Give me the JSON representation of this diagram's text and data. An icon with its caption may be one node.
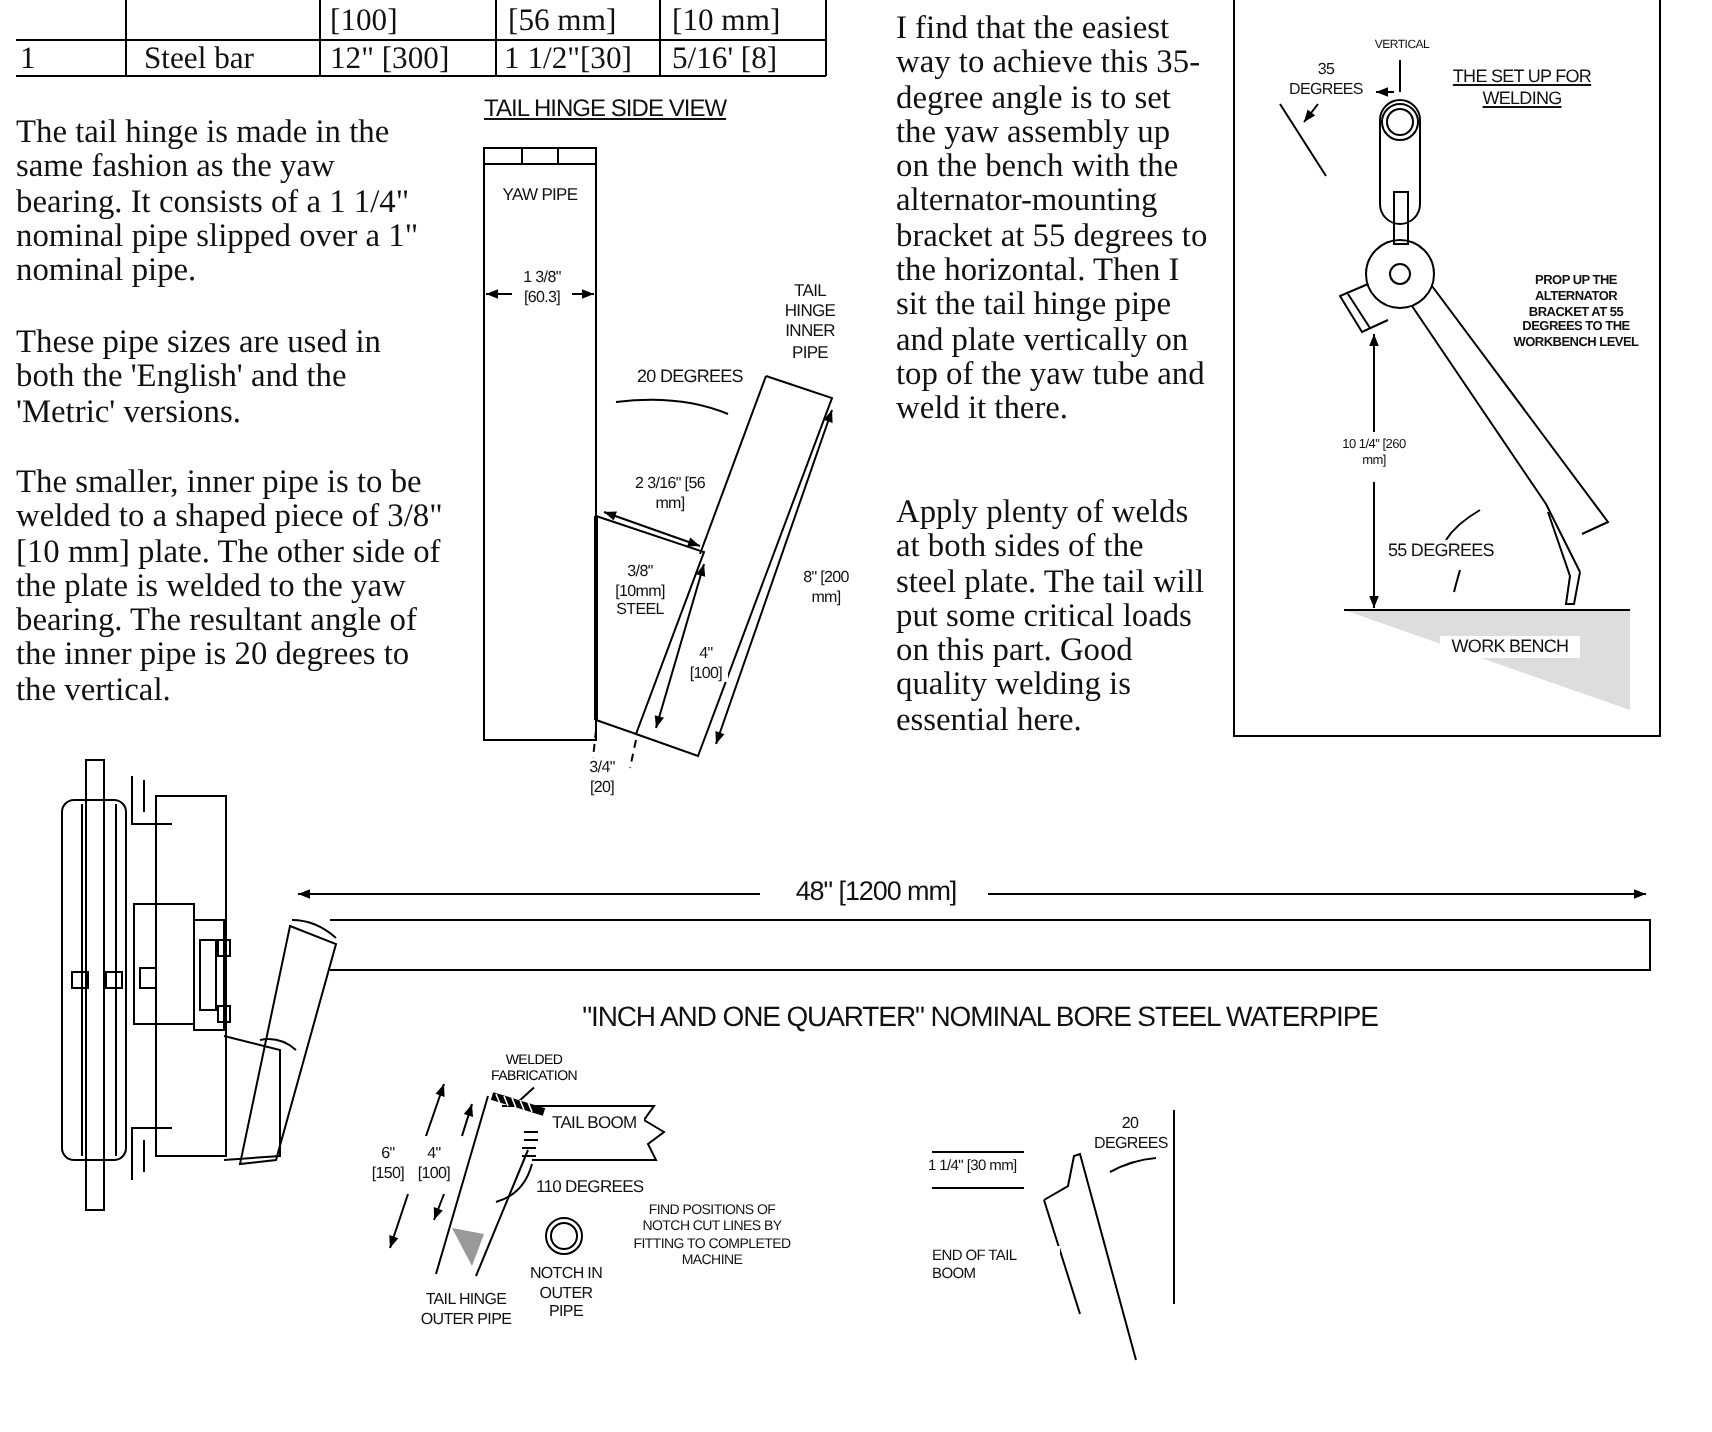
{
  "diagram": {
    "nodes": [
      {
        "text": [
          "WELDED FABRICATION"
        ]
      },
      {
        "text": [],
        "shape": "picture"
      }
    ],
    "edges": [
      {
        "from": 0,
        "to": 1,
        "arrow": "none"
      }
    ],
    "labels": [
      "[100]",
      "[56 mm]",
      "[10 mm]",
      "1",
      "Steel bar",
      "12\" [300]",
      "1 1/2\"[30]",
      "5/16' [8]",
      "The tail hinge is made in the same fashion as the yaw bearing. It consists of a 1 1/4\" nominal pipe slipped over a 1\" nominal pipe.",
      "These pipe sizes are used in both the 'English' and the 'Metric' versions.",
      "The smaller, inner pipe is to be welded to a shaped piece of 3/8\" [10 mm] plate. The other side of the plate is welded to the yaw bearing. The resultant angle of the inner pipe is 20 degrees to the vertical.",
      "TAIL HINGE SIDE VIEW",
      "YAW PIPE",
      "1 3/8\" [60.3]",
      "TAIL HINGE INNER PIPE",
      "20 DEGREES",
      "2 3/16\" [56 mm]",
      "3/8\" [10mm] STEEL",
      "8\" [200 mm]",
      "4\" [100]",
      "3/4\" [20]",
      "I find that the easiest way to achieve this 35-degree angle is to set the yaw assembly up on the bench with the alternator-mounting bracket at 55 degrees to the horizontal. Then I sit the tail hinge pipe and plate vertically on top of the yaw tube and weld it there.",
      "Apply plenty of welds at both sides of the steel plate. The tail will put some critical loads on this part. Good quality welding is essential here.",
      "VERTICAL",
      "35 DEGREES",
      "THE SET UP FOR WELDING",
      "PROP UP THE ALTERNATOR BRACKET AT 55 DEGREES TO THE WORKBENCH LEVEL",
      "10 1/4\" [260 mm]",
      "55 DEGREES",
      "WORK BENCH",
      "48\" [1200 mm]",
      "\"INCH AND ONE QUARTER\" NOMINAL BORE STEEL WATERPIPE",
      "TAIL BOOM",
      "6\" [150]",
      "4\" [100]",
      "110 DEGREES",
      "FIND POSITIONS OF NOTCH CUT LINES BY FITTING TO COMPLETED MACHINE",
      "NOTCH IN OUTER PIPE",
      "TAIL HINGE OUTER PIPE",
      "1 1/4\" [30 mm]",
      "20 DEGREES",
      "END OF TAIL BOOM"
    ]
  }
}
